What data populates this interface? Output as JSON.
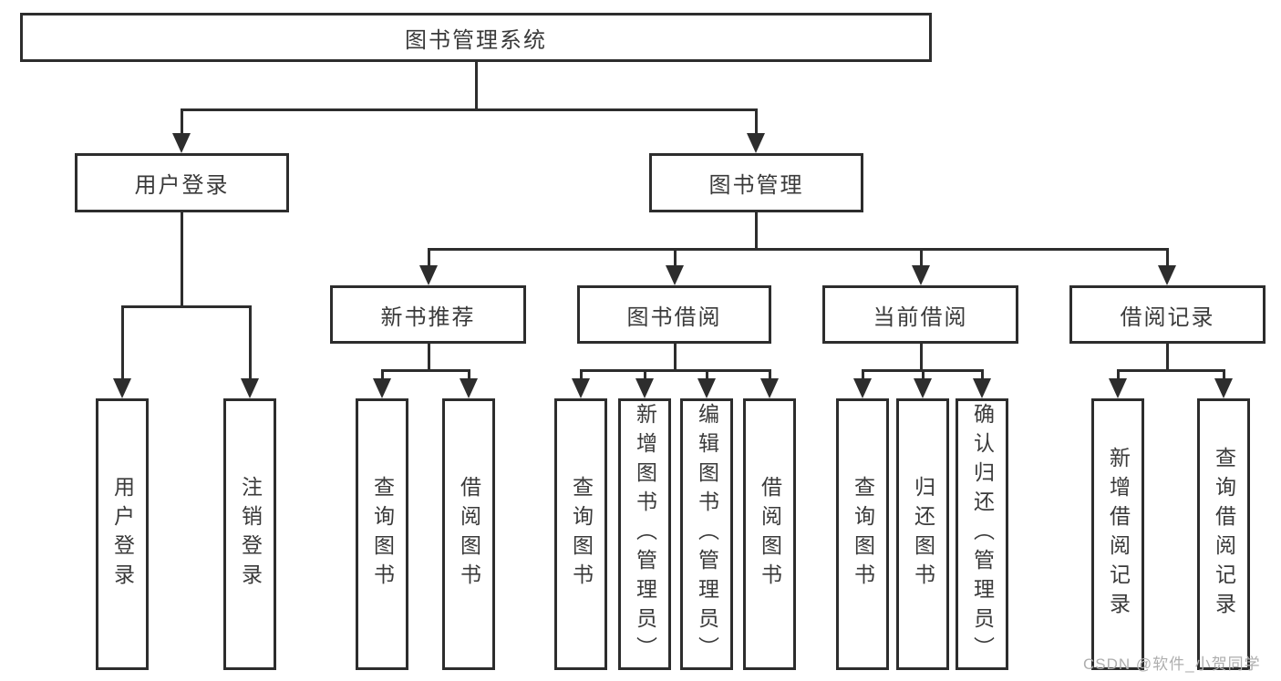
{
  "watermark": "CSDN @软件_小贺同学",
  "colors": {
    "line": "#2d2d2d",
    "text": "#3a3a3a",
    "watermark": "#aeaeae",
    "background": "#ffffff"
  },
  "tree": {
    "root": {
      "label": "图书管理系统"
    },
    "branches": [
      {
        "label": "用户登录",
        "children": [
          {
            "label": "用户登录"
          },
          {
            "label": "注销登录"
          }
        ]
      },
      {
        "label": "图书管理",
        "children": [
          {
            "label": "新书推荐",
            "children": [
              {
                "label": "查询图书"
              },
              {
                "label": "借阅图书"
              }
            ]
          },
          {
            "label": "图书借阅",
            "children": [
              {
                "label": "查询图书"
              },
              {
                "label": "新增图书（管理员）"
              },
              {
                "label": "编辑图书（管理员）"
              },
              {
                "label": "借阅图书"
              }
            ]
          },
          {
            "label": "当前借阅",
            "children": [
              {
                "label": "查询图书"
              },
              {
                "label": "归还图书"
              },
              {
                "label": "确认归还（管理员）"
              }
            ]
          },
          {
            "label": "借阅记录",
            "children": [
              {
                "label": "新增借阅记录"
              },
              {
                "label": "查询借阅记录"
              }
            ]
          }
        ]
      }
    ]
  }
}
